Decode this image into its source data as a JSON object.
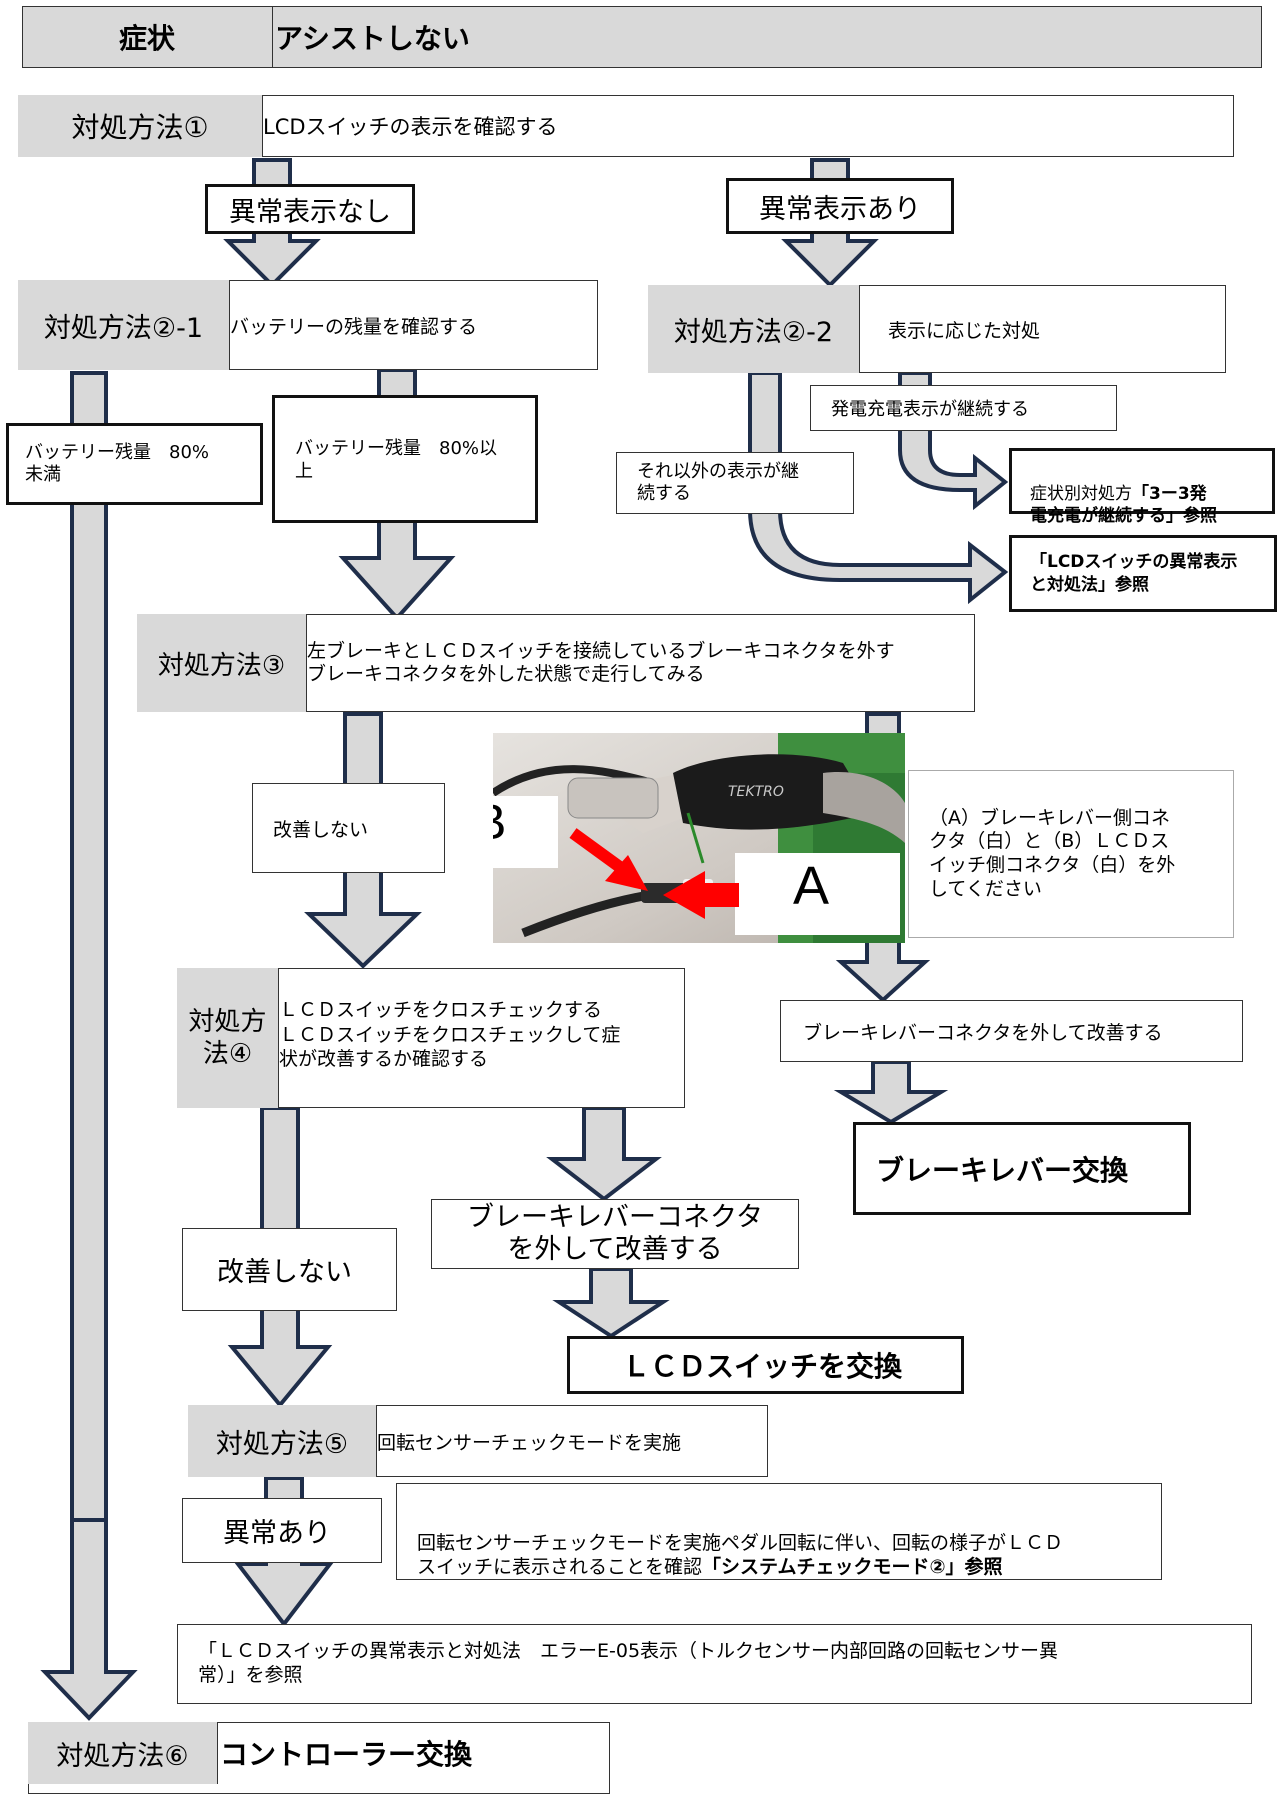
{
  "header": {
    "label": "症状",
    "title": "アシストしない"
  },
  "step1": {
    "label": "対処方法①",
    "text": "LCDスイッチの表示を確認する"
  },
  "branch_no_error": "異常表示なし",
  "branch_error": "異常表示あり",
  "step2_1": {
    "label": "対処方法②-1",
    "text": "バッテリーの残量を確認する"
  },
  "step2_2": {
    "label": "対処方法②-2",
    "text": "表示に応じた対処"
  },
  "battery_low": "バッテリー残量　80%\n未満",
  "battery_high": "バッテリー残量　80%以\n上",
  "charge_continue": "発電充電表示が継続する",
  "other_display": "それ以外の表示が継\n続する",
  "ref_charge": {
    "prefix": "症状別対処方",
    "bold": "「3ー3発\n電充電が継続する」参照"
  },
  "ref_lcd_error": "「LCDスイッチの異常表示\nと対処法」参照",
  "step3": {
    "label": "対処方法③",
    "text": "左ブレーキとＬＣＤスイッチを接続しているブレーキコネクタを外す\nブレーキコネクタを外した状態で走行してみる"
  },
  "no_improve_1": "改善しない",
  "photo": {
    "label_a": "A",
    "label_b": "B",
    "brand": "TEKTRO"
  },
  "photo_note": "（A）ブレーキレバー側コネ\nクタ（白）と（B）ＬＣＤス\nイッチ側コネクタ（白）を外\nしてください",
  "improve_lever": "ブレーキレバーコネクタを外して改善する",
  "replace_lever": "ブレーキレバー交換",
  "step4": {
    "label": "対処方\n法④",
    "text": "ＬＣＤスイッチをクロスチェックする\nＬＣＤスイッチをクロスチェックして症\n状が改善するか確認する"
  },
  "improve_connector": "ブレーキレバーコネクタ\nを外して改善する",
  "no_improve_2": "改善しない",
  "replace_lcd": "ＬＣＤスイッチを交換",
  "step5": {
    "label": "対処方法⑤",
    "text": "回転センサーチェックモードを実施"
  },
  "abnormal": "異常あり",
  "sensor_note": {
    "text": "回転センサーチェックモードを実施ペダル回転に伴い、回転の様子がＬＣＤ\nスイッチに表示されることを確認",
    "bold": "「システムチェックモード②」参照"
  },
  "ref_e05": "「ＬＣＤスイッチの異常表示と対処法　エラーE-05表示（トルクセンサー内部回路の回転センサー異\n常）」を参照",
  "step6": {
    "label": "対処方法⑥",
    "text": "コントローラー交換"
  },
  "colors": {
    "arrow_fill": "#d9d9d9",
    "arrow_stroke": "#1f2e4a",
    "label_bg": "#d9d9d9",
    "pointer_red": "#ff0000"
  }
}
